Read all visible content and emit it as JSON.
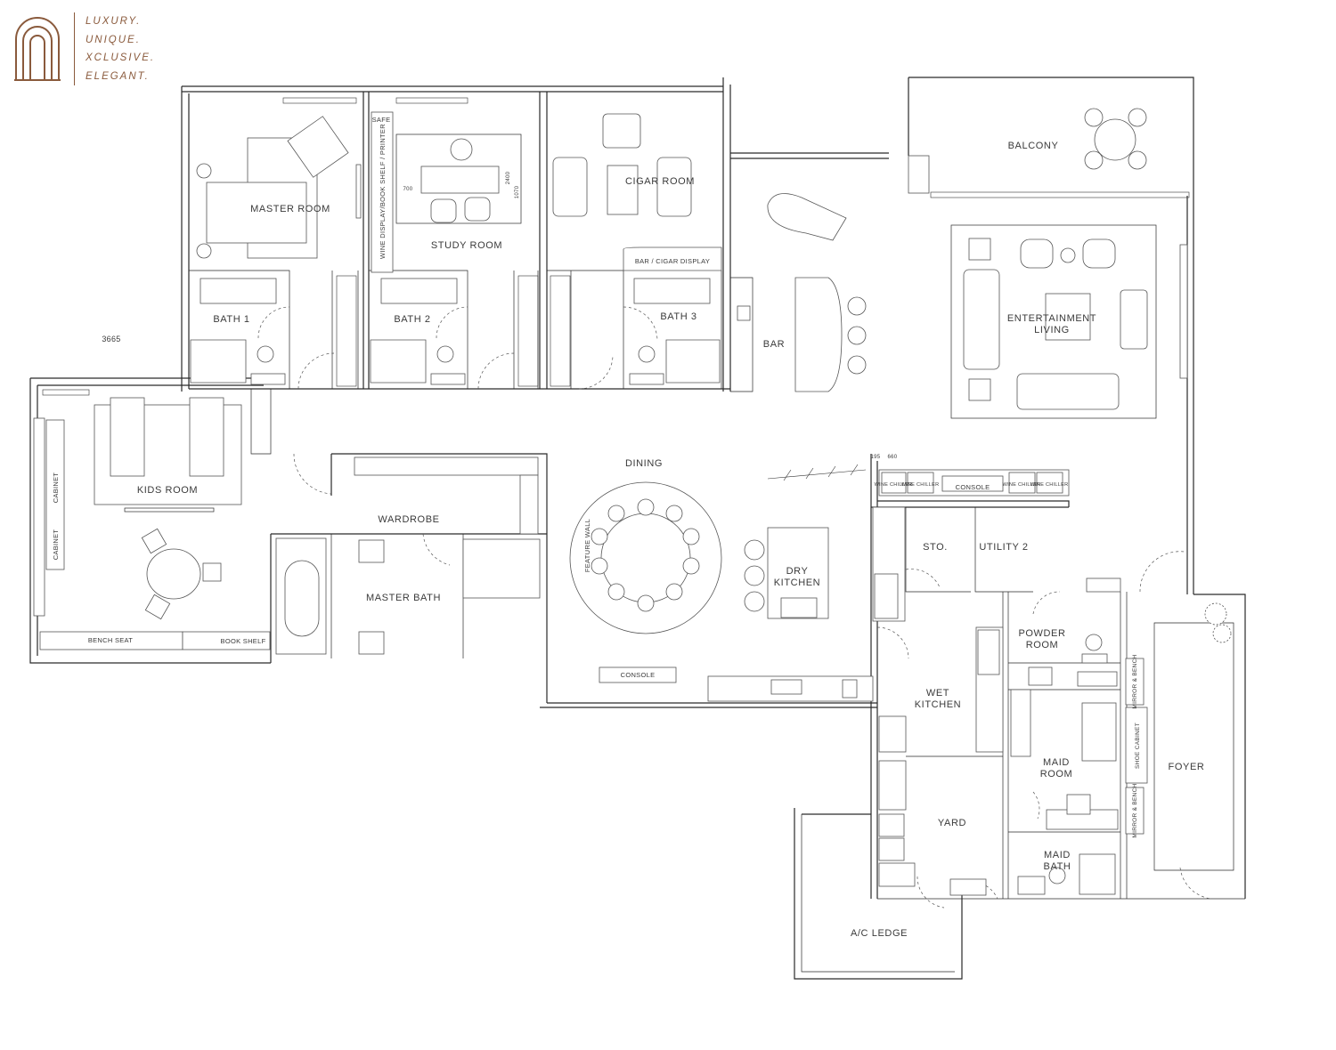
{
  "brand": {
    "tagline": [
      "LUXURY.",
      "UNIQUE.",
      "XCLUSIVE.",
      "ELEGANT."
    ],
    "accent_color": "#8a5a3c",
    "logo_icon": "arch-logo-icon"
  },
  "rooms": {
    "master_room": "MASTER ROOM",
    "study_room": "STUDY ROOM",
    "cigar_room": "CIGAR ROOM",
    "balcony": "BALCONY",
    "bath_1": "BATH 1",
    "bath_2": "BATH 2",
    "bath_3": "BATH 3",
    "bar": "BAR",
    "entertainment_living_1": "ENTERTAINMENT",
    "entertainment_living_2": "LIVING",
    "kids_room": "KIDS ROOM",
    "wardrobe": "WARDROBE",
    "master_bath": "MASTER BATH",
    "dining": "DINING",
    "dry_kitchen_1": "DRY",
    "dry_kitchen_2": "KITCHEN",
    "sto": "STO.",
    "utility_2": "UTILITY 2",
    "powder_room_1": "POWDER",
    "powder_room_2": "ROOM",
    "wet_kitchen_1": "WET",
    "wet_kitchen_2": "KITCHEN",
    "maid_room_1": "MAID",
    "maid_room_2": "ROOM",
    "foyer": "FOYER",
    "yard": "YARD",
    "maid_bath_1": "MAID",
    "maid_bath_2": "BATH",
    "ac_ledge": "A/C LEDGE"
  },
  "fixtures": {
    "safe": "SAFE",
    "wine_display": "WINE DISPLAY/BOOK SHELF / PRINTER",
    "bar_cigar_display": "BAR / CIGAR DISPLAY",
    "cabinet_1": "CABINET",
    "cabinet_2": "CABINET",
    "bench_seat": "BENCH SEAT",
    "book_shelf": "BOOK SHELF",
    "feature_wall": "FEATURE WALL",
    "console_dining": "CONSOLE",
    "console_kitchen": "CONSOLE",
    "wine_chiller_1": "WINE CHILLER",
    "wine_chiller_2": "WINE CHILLER",
    "wine_chiller_3": "WINE CHILLER",
    "wine_chiller_4": "WINE CHILLER",
    "mirror_bench_1": "MIRROR & BENCH",
    "mirror_bench_2": "MIRROR & BENCH",
    "shoe_cabinet": "SHOE CABINET"
  },
  "dimensions": {
    "study_desk_w": "700",
    "study_h1": "2400",
    "study_h2": "1070",
    "corridor": "3665",
    "chiller_a": "195",
    "chiller_b": "660"
  }
}
